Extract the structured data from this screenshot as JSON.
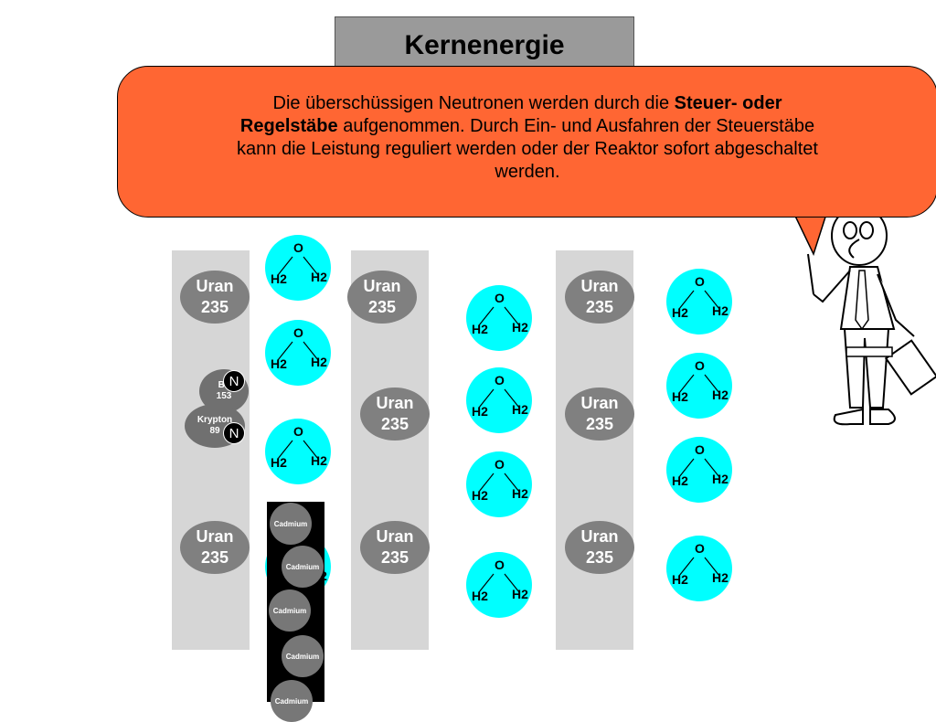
{
  "title": "Kernenergie",
  "bubble": {
    "line1_pre": "Die überschüssigen Neutronen werden durch die ",
    "line1_bold": "Steuer- oder",
    "line2_bold": "Regelstäbe",
    "line2_rest": " aufgenommen. Durch Ein- und Ausfahren der Steuerstäbe",
    "line3": "kann die Leistung reguliert werden oder der Reaktor sofort abgeschaltet",
    "line4": "werden."
  },
  "labels": {
    "uran_name": "Uran",
    "uran_mass": "235",
    "water_o": "O",
    "water_h_left": "H2",
    "water_h_right": "H2",
    "cadmium": "Cadmium",
    "neutron": "N",
    "barium_name": "Ba",
    "barium_mass": "153",
    "krypton_name": "Krypton",
    "krypton_mass": "89"
  },
  "colors": {
    "bubble": "#ff6633",
    "water": "#00ffff",
    "uranium": "#808080",
    "column": "#d6d6d6",
    "title_box": "#9a9a9a"
  }
}
